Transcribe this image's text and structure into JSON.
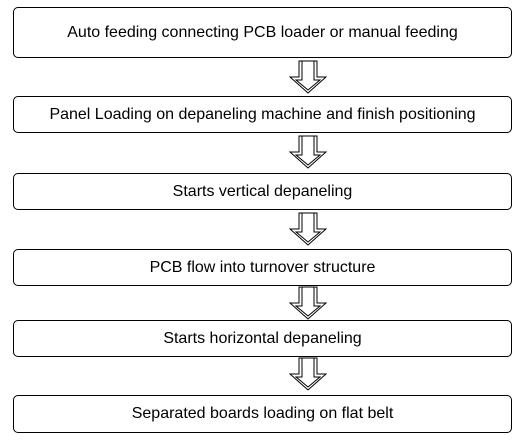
{
  "flowchart": {
    "steps": [
      {
        "label": "Auto feeding connecting PCB loader or manual feeding"
      },
      {
        "label": "Panel Loading on depaneling machine and finish positioning"
      },
      {
        "label": "Starts vertical depaneling"
      },
      {
        "label": "PCB flow into turnover structure"
      },
      {
        "label": "Starts horizontal depaneling"
      },
      {
        "label": "Separated boards loading on flat belt"
      }
    ]
  },
  "colors": {
    "border": "#000000",
    "background": "#ffffff",
    "text": "#000000"
  }
}
